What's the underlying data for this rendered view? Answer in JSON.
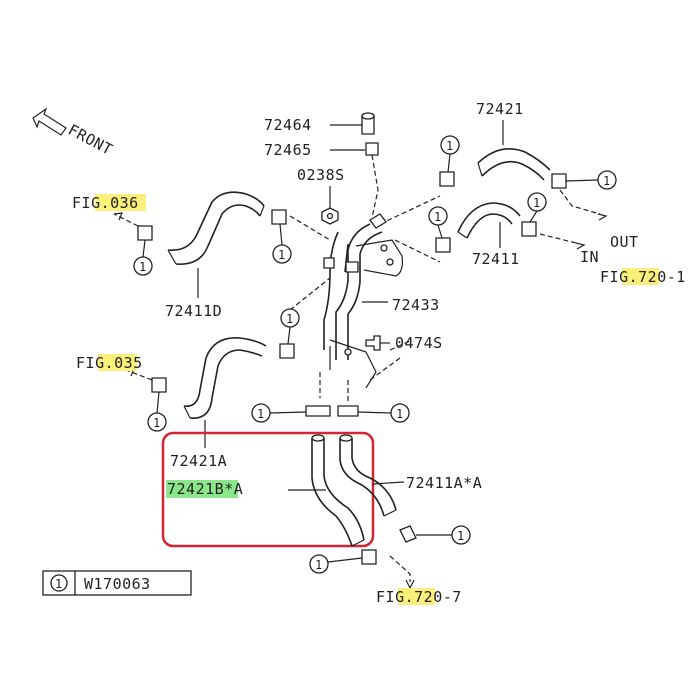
{
  "diagram": {
    "front_arrow_label": "FRONT",
    "callout_number": "1",
    "parts": {
      "p72464": "72464",
      "p72465": "72465",
      "p0238s": "0238S",
      "p72421": "72421",
      "p72411": "72411",
      "p72411d": "72411D",
      "p72433": "72433",
      "p0474s": "0474S",
      "p72421a": "72421A",
      "p72421b_code": "72421B",
      "p72421b_suffix": "*A",
      "p72411a": "72411A*A"
    },
    "fig_refs": {
      "fig036_pre": "FI",
      "fig036_hl": "G.036",
      "fig035_pre": "FI",
      "fig035_hl": "G.035",
      "fig720_1_pre": "FI",
      "fig720_1_hl": "G.72",
      "fig720_1_post": "0-1",
      "fig720_7_pre": "FI",
      "fig720_7_hl": "G.72",
      "fig720_7_post": "0-7"
    },
    "flow": {
      "out": "OUT",
      "in": "IN"
    },
    "legend": {
      "number": "1",
      "code": "W170063"
    },
    "colors": {
      "highlight_yellow": "#fbf07a",
      "highlight_green": "#8be58b",
      "callout_box": "#d62433",
      "line": "#222222"
    }
  }
}
